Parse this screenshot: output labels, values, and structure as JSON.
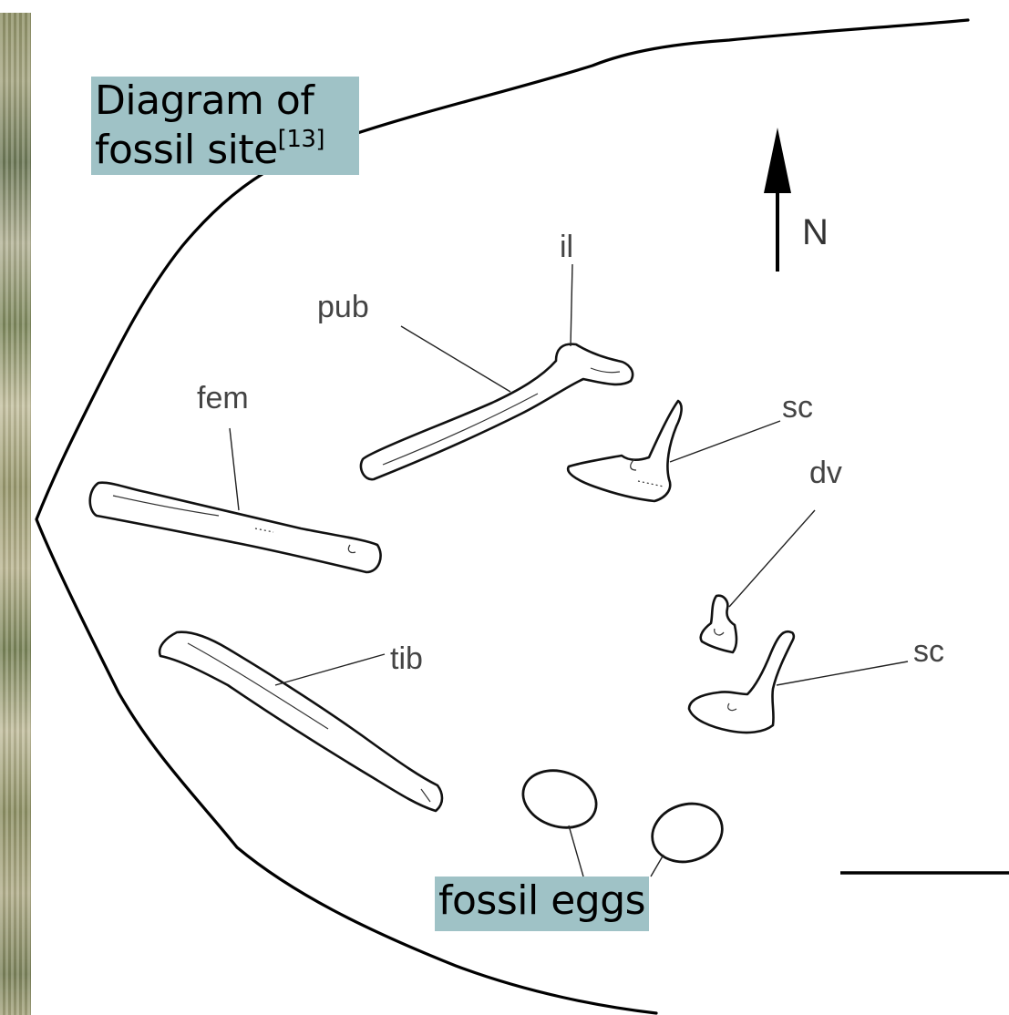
{
  "title": {
    "line1": "Diagram of",
    "line2": "fossil site",
    "ref": "[13]"
  },
  "caption_eggs": "fossil eggs",
  "north_label": "N",
  "labels": {
    "il": "il",
    "pub": "pub",
    "fem": "fem",
    "sc_upper": "sc",
    "dv": "dv",
    "tib": "tib",
    "sc_lower": "sc"
  },
  "colors": {
    "caption_bg": "#9fc2c6",
    "ink": "#000000",
    "label_text": "#444444"
  },
  "icons": [
    "north-arrow-icon"
  ]
}
